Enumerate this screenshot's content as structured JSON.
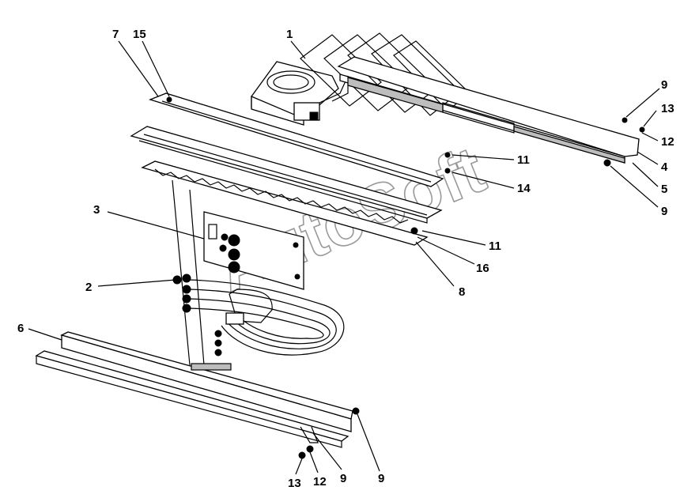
{
  "watermark": "AutoSoft",
  "callouts": {
    "c1": "1",
    "c2": "2",
    "c3": "3",
    "c4": "4",
    "c5": "5",
    "c6": "6",
    "c7": "7",
    "c8": "8",
    "c9a": "9",
    "c9b": "9",
    "c9c": "9",
    "c9d": "9",
    "c11a": "11",
    "c11b": "11",
    "c12a": "12",
    "c12b": "12",
    "c13a": "13",
    "c13b": "13",
    "c14": "14",
    "c15": "15",
    "c16": "16"
  },
  "colors": {
    "line": "#000000",
    "watermark": "#9a9a9a",
    "background": "#ffffff"
  }
}
